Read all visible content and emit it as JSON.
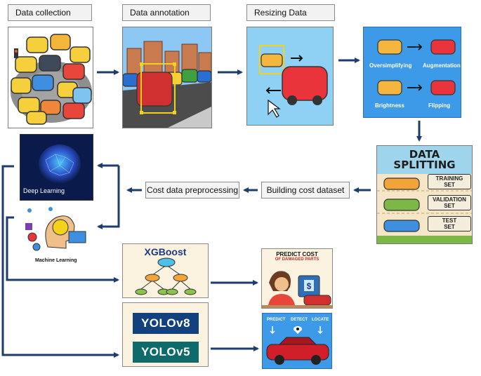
{
  "stages": {
    "collection": "Data collection",
    "annotation": "Data annotation",
    "resizing": "Resizing Data"
  },
  "augment": {
    "oversimplifying": "Oversimplifying",
    "augmentation": "Augmentation",
    "brightness": "Brightness",
    "flipping": "Flipping"
  },
  "splitting": {
    "title1": "DATA",
    "title2": "SPLITTING",
    "training": [
      "TRAINING",
      "SET"
    ],
    "validation": [
      "VALIDATION",
      "SET"
    ],
    "test": [
      "TEST",
      "SET"
    ]
  },
  "pipeline": {
    "building": "Building cost dataset",
    "preprocessing": "Cost data preprocessing"
  },
  "models": {
    "deep_learning": "Deep Learning",
    "machine_learning": "Machine Learning",
    "xgboost": "XGBoost",
    "yolov8": "YOLOv8",
    "yolov5": "YOLOv5"
  },
  "outputs": {
    "predict_cost_1": "PREDICT COST",
    "predict_cost_2": "OF DAMAGED PARTS",
    "predict": "PREDICT",
    "detect": "DETECT",
    "locate": "LOCATE"
  },
  "colors": {
    "arrow": "#1e3c6e",
    "augment_bg": "#3d9ae8",
    "yolo_bg": "#13417e",
    "yolo5_bg": "#0f6b6b"
  }
}
